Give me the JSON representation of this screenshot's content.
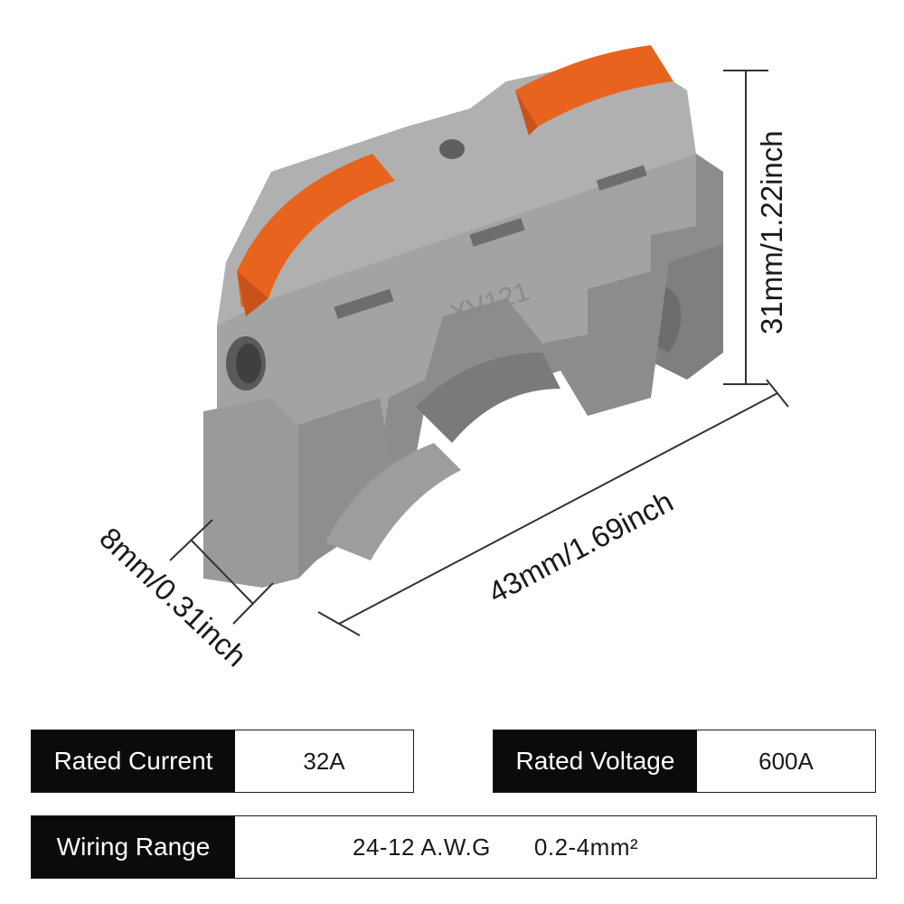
{
  "dimensions": {
    "height": "31mm/1.22inch",
    "length": "43mm/1.69inch",
    "width": "8mm/0.31inch"
  },
  "product": {
    "model": "XV121",
    "body_color": "#9e9e9e",
    "lever_color": "#e8641e"
  },
  "specs": {
    "rated_current": {
      "label": "Rated Current",
      "value": "32A"
    },
    "rated_voltage": {
      "label": "Rated Voltage",
      "value": "600A"
    },
    "wiring_range": {
      "label": "Wiring Range",
      "awg": "24-12 A.W.G",
      "mm2": "0.2-4mm²"
    }
  }
}
